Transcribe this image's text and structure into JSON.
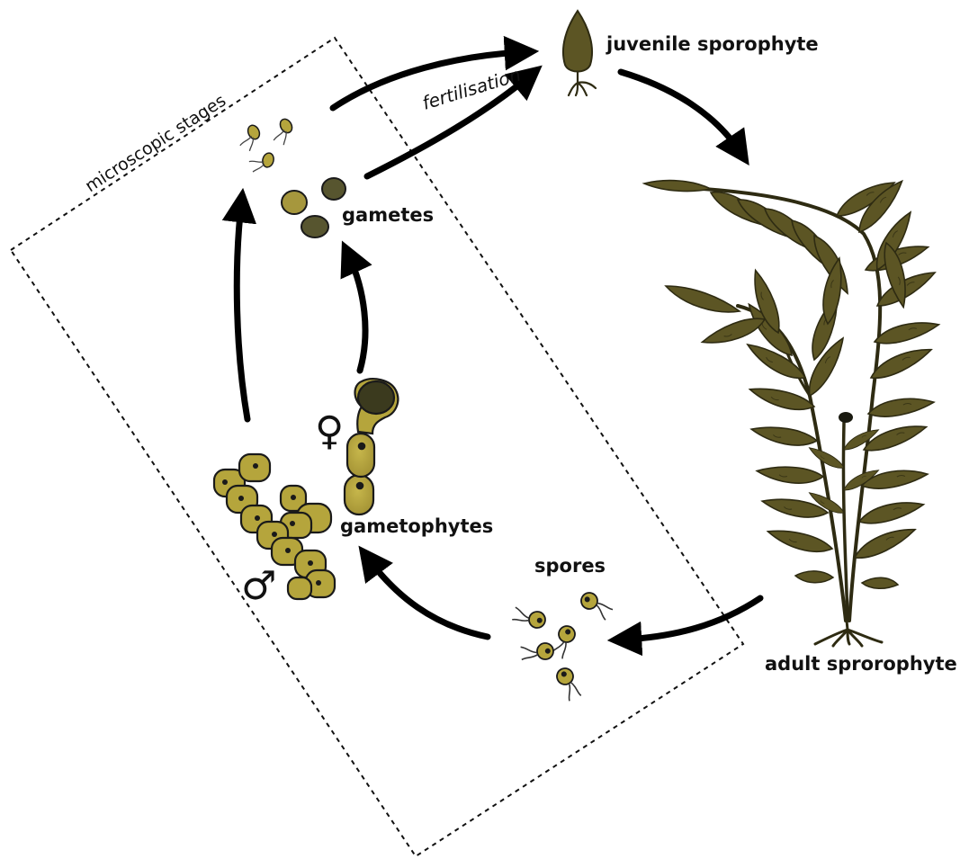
{
  "labels": {
    "microscopic_stages": "microscopic stages",
    "fertilisation": "fertilisation",
    "juvenile_sporophyte": "juvenile sporophyte",
    "gametes": "gametes",
    "gametophytes": "gametophytes",
    "spores": "spores",
    "adult_sporophyte": "adult sprorophyte"
  },
  "symbols": {
    "female": "♀",
    "male": "♂"
  },
  "colors": {
    "cell_fill": "#b5a53c",
    "cell_dark": "#6e6526",
    "gamete_dark": "#57552f",
    "kelp_fill": "#5c5524",
    "kelp_stroke": "#2e2b12",
    "arrow": "#000000"
  }
}
